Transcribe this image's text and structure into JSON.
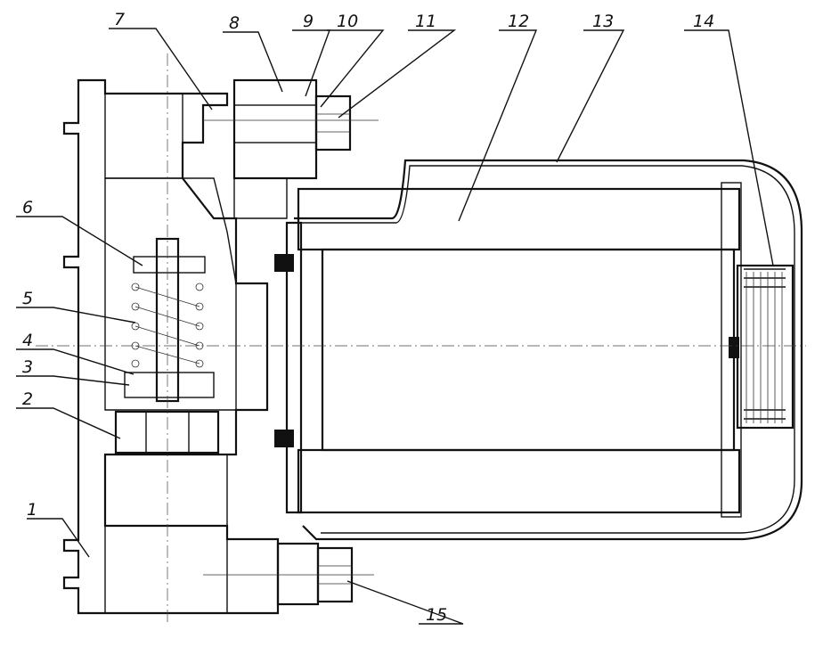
{
  "diagram": {
    "labels": [
      "1",
      "2",
      "3",
      "4",
      "5",
      "6",
      "7",
      "8",
      "9",
      "10",
      "11",
      "12",
      "13",
      "14",
      "15"
    ]
  },
  "colors": {
    "ink": "#111111",
    "paper": "#ffffff"
  }
}
